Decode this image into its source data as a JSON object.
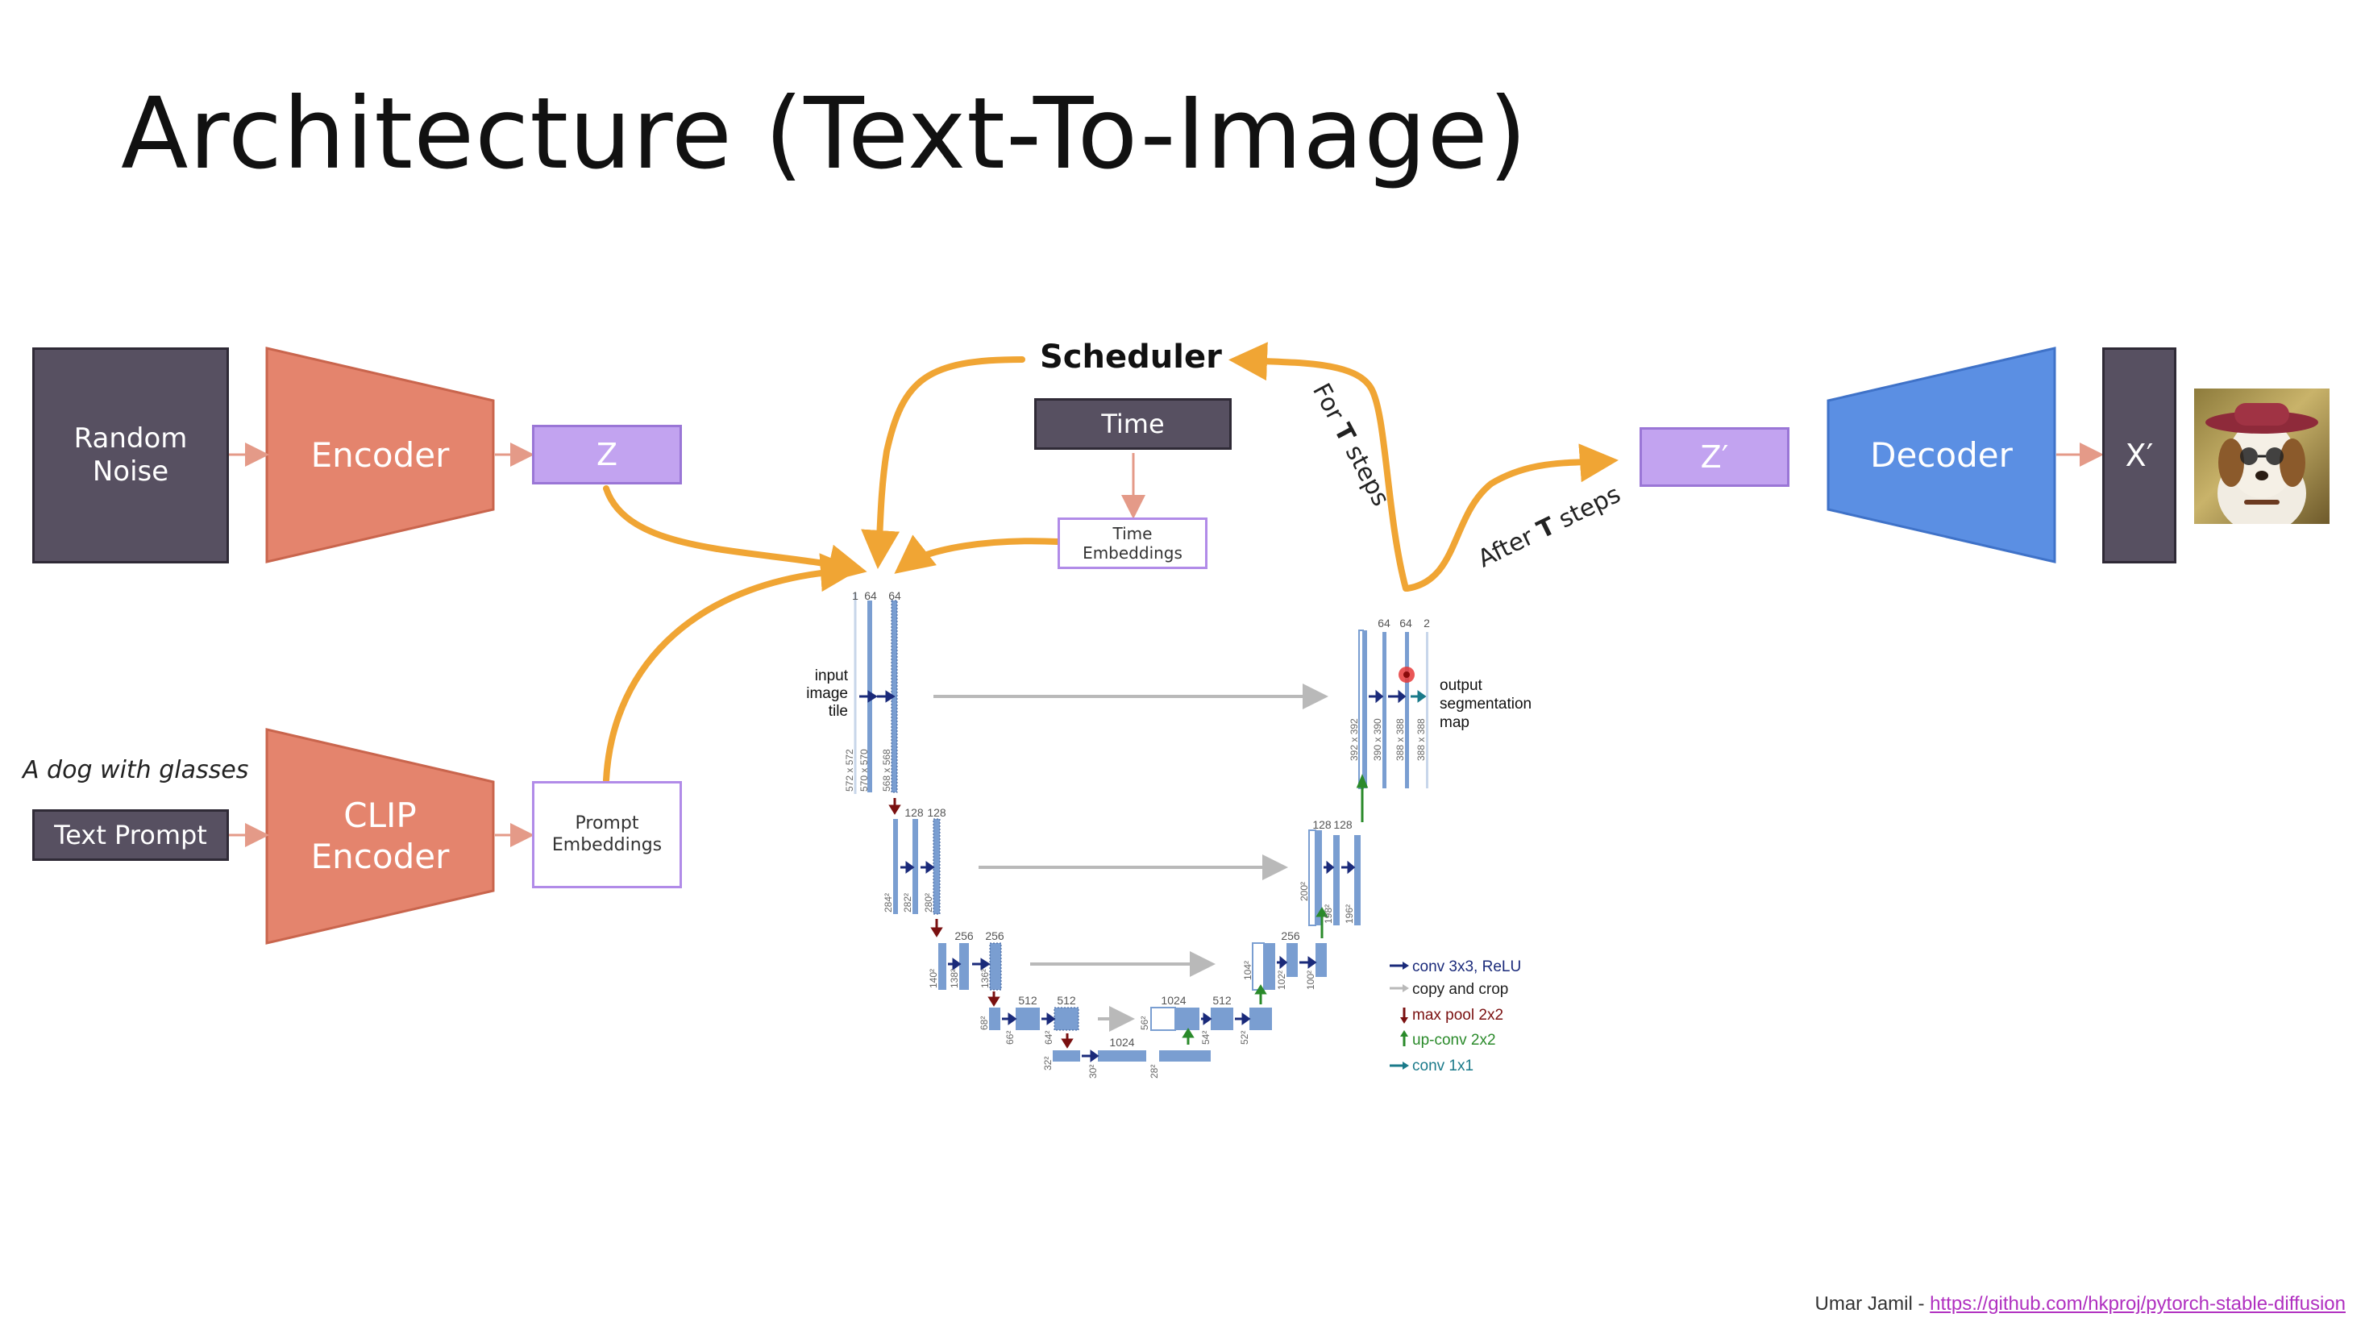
{
  "title": "Architecture (Text-To-Image)",
  "blocks": {
    "random_noise": "Random\nNoise",
    "encoder": "Encoder",
    "z": "Z",
    "text_prompt_caption": "A dog with glasses",
    "text_prompt": "Text Prompt",
    "clip_encoder": "CLIP\nEncoder",
    "prompt_embeddings": "Prompt\nEmbeddings",
    "scheduler": "Scheduler",
    "time": "Time",
    "time_embeddings": "Time\nEmbeddings",
    "z_prime": "Z′",
    "decoder": "Decoder",
    "x_prime": "X′",
    "output_image_icon": "dog-with-hat-and-glasses"
  },
  "loop_labels": {
    "for_t_steps": [
      "For ",
      "T",
      " steps"
    ],
    "after_t_steps": [
      "After ",
      "T",
      " steps"
    ]
  },
  "unet": {
    "input_label": [
      "input",
      "image",
      "tile"
    ],
    "output_label": [
      "output",
      "segmentation",
      "map"
    ],
    "channel_labels": [
      "1",
      "64",
      "64",
      "128",
      "128",
      "256",
      "256",
      "512",
      "512",
      "1024",
      "1024",
      "512",
      "256",
      "128",
      "128",
      "64",
      "64",
      "2"
    ],
    "size_labels": [
      "572 x 572",
      "570 x 570",
      "568 x 568",
      "284²",
      "282²",
      "280²",
      "140²",
      "138²",
      "136²",
      "68²",
      "66²",
      "64²",
      "32²",
      "30²",
      "28²",
      "56²",
      "54²",
      "52²",
      "104²",
      "102²",
      "100²",
      "200²",
      "198²",
      "196²",
      "392 x 392",
      "390 x 390",
      "388 x 388",
      "388 x 388"
    ],
    "legend": [
      {
        "label": "conv 3x3, ReLU",
        "color": "#1a2a7a",
        "icon": "arrow-right"
      },
      {
        "label": "copy and crop",
        "color": "#222222",
        "icon": "gray-arrow-right"
      },
      {
        "label": "max pool 2x2",
        "color": "#7a1010",
        "icon": "arrow-down"
      },
      {
        "label": "up-conv 2x2",
        "color": "#2a8a2a",
        "icon": "arrow-up"
      },
      {
        "label": "conv 1x1",
        "color": "#1a7a8a",
        "icon": "arrow-right"
      }
    ]
  },
  "colors": {
    "encoder": "#e4846d",
    "dark_box": "#575061",
    "purple": "#c2a3f0",
    "decoder": "#5b8fe3",
    "orange_arrow": "#f0a534",
    "unet_block": "#7a9ed1"
  },
  "footer": {
    "author": "Umar Jamil - ",
    "link": "https://github.com/hkproj/pytorch-stable-diffusion"
  }
}
